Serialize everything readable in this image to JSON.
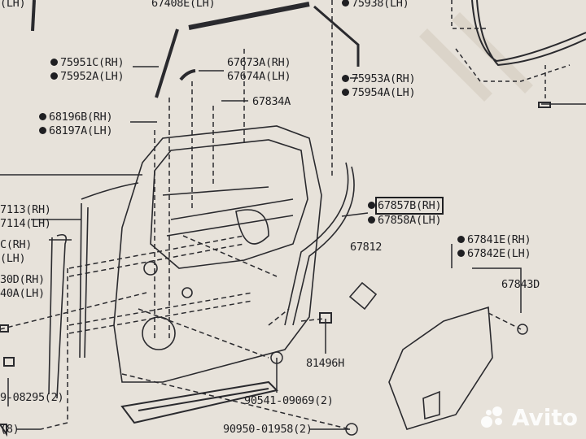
{
  "labels": {
    "top_left_lh": "(LH)",
    "p67408E": "67408E(LH)",
    "p75938": "75938(LH)",
    "p75951C": "75951C(RH)",
    "p75952A": "75952A(LH)",
    "p67673A": "67673A(RH)",
    "p67674A": "67674A(LH)",
    "p75953A": "75953A(RH)",
    "p75954A": "75954A(LH)",
    "p67834A": "67834A",
    "p68196B": "68196B(RH)",
    "p68197A": "68197A(LH)",
    "p7113": "7113(RH)",
    "p7114": "7114(LH)",
    "pC_rh": "C(RH)",
    "pC_lh": "(LH)",
    "p30D": "30D(RH)",
    "p40A": "40A(LH)",
    "p67857B": "67857B(RH)",
    "p67858A": "67858A(LH)",
    "p67812": "67812",
    "p67841E": "67841E(RH)",
    "p67842E": "67842E(LH)",
    "p67843D": "67843D",
    "p81496H": "81496H",
    "p90541": "90541-09069(2)",
    "p08295": "9-08295(2)",
    "p90950": "90950-01958(2)",
    "p8": "(8)"
  },
  "watermark": "Avito",
  "colors": {
    "paper": "#e7e2da",
    "ink": "#1f1f22"
  }
}
